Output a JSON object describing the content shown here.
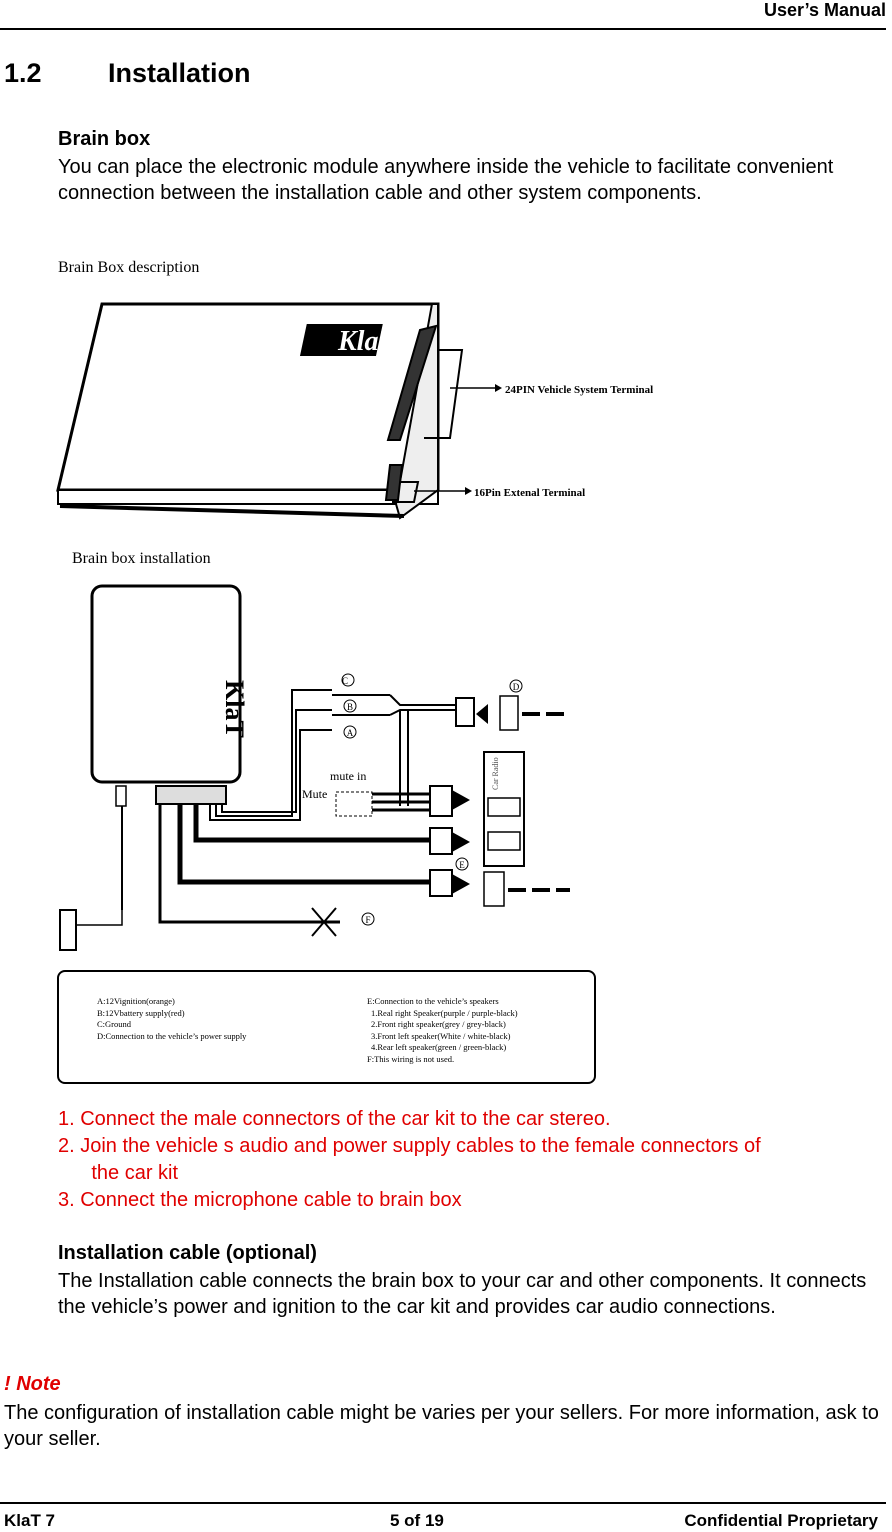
{
  "header": {
    "title": "User’s Manual"
  },
  "section": {
    "number": "1.2",
    "title": "Installation"
  },
  "brain_box": {
    "heading": "Brain box",
    "paragraph": "You can place the electronic module anywhere inside the vehicle to facilitate convenient connection between the installation cable and other system components.",
    "figure1_caption": "Brain Box description",
    "figure1_labels": {
      "logo": "KlaT",
      "pin24": "24PIN Vehicle System Terminal",
      "pin16": "16Pin Extenal Terminal"
    },
    "figure2_caption": "Brain box installation",
    "figure2_labels": {
      "logo": "KlaT",
      "a": "A",
      "b": "B",
      "c": "C",
      "d": "D",
      "e": "E",
      "f": "F",
      "mute_in": "mute in",
      "mute": "Mute",
      "car_radio": "Car Radio"
    },
    "legend_left": [
      "A:12Vignition(orange)",
      "B:12Vbattery supply(red)",
      "C:Ground",
      "D:Connection to the vehicle’s power supply"
    ],
    "legend_right": [
      "E:Connection to the vehicle’s speakers",
      "1.Real right Speaker(purple / purple-black)",
      "2.Front right speaker(grey / grey-black)",
      "3.Front left speaker(White / white-black)",
      "4.Rear left speaker(green / green-black)",
      "F:This wiring is not used."
    ]
  },
  "steps": [
    "1.  Connect the male connectors of the car kit to the car stereo.",
    "2.  Join the vehicle   s audio and power supply cables to the female connectors of",
    "      the car kit",
    "3.  Connect the microphone cable to brain box"
  ],
  "installation_cable": {
    "heading": "Installation cable (optional)",
    "paragraph": "The Installation cable connects the brain box to your car and other components. It connects the vehicle’s power and ignition to the car kit and provides car audio connections."
  },
  "note": {
    "label": "! Note",
    "text": "The configuration of installation cable might be varies per your sellers. For more information, ask to your seller."
  },
  "footer": {
    "left": "KlaT 7",
    "center": "5 of 19",
    "right": "Confidential Proprietary"
  },
  "colors": {
    "red": "#e00000"
  }
}
